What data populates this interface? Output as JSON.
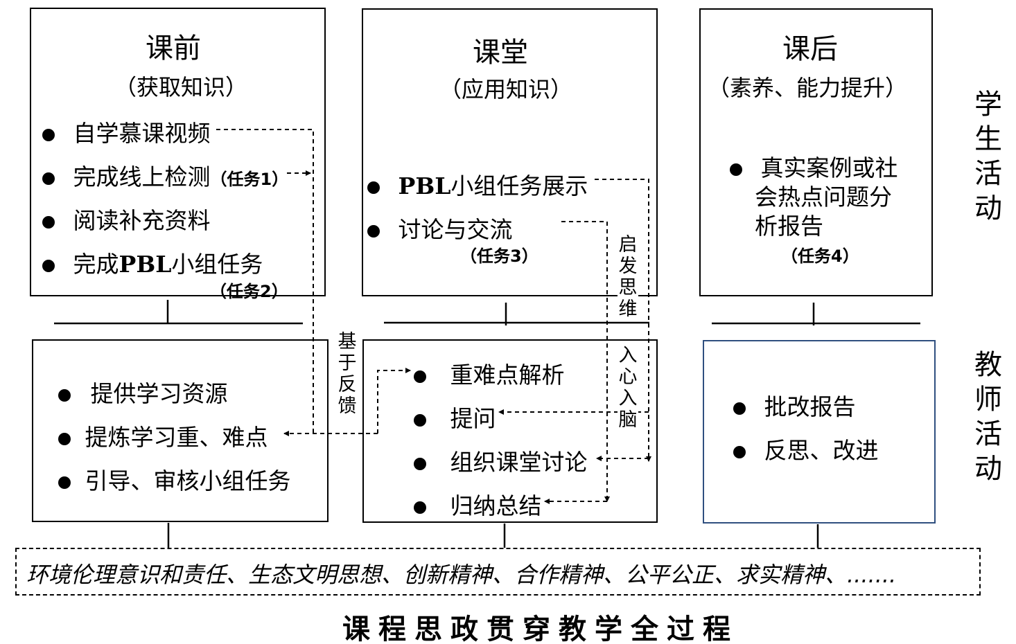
{
  "phases": {
    "pre": {
      "title": "课前",
      "subtitle": "（获取知识）",
      "student_items": [
        "自学慕课视频",
        "完成线上检测",
        "阅读补充资料",
        "完成"
      ],
      "task1": "（任务1）",
      "pbl_prefix": "PBL",
      "pbl_suffix": "小组任务",
      "task2": "（任务2）",
      "teacher_items": [
        "提供学习资源",
        "提炼学习重、难点",
        "引导、审核小组任务"
      ]
    },
    "class": {
      "title": "课堂",
      "subtitle": "（应用知识）",
      "pbl_prefix": "PBL",
      "pbl_suffix": "小组任务展示",
      "discussion": "讨论与交流",
      "task3": "（任务3）",
      "teacher_items": [
        "重难点解析",
        "提问",
        "组织课堂讨论",
        "归纳总结"
      ]
    },
    "post": {
      "title": "课后",
      "subtitle": "（素养、能力提升）",
      "student_lines": [
        "真实案例或社",
        "会热点问题分",
        "析报告"
      ],
      "task4": "（任务4）",
      "teacher_items": [
        "批改报告",
        "反思、改进"
      ]
    }
  },
  "annotations": {
    "feedback": "基于反馈",
    "inspire": "启发思维",
    "heart": "入心入脑"
  },
  "side_labels": {
    "student": "学生活动",
    "teacher": "教师活动"
  },
  "values_band": "环境伦理意识和责任、生态文明思想、创新精神、合作精神、公平公正、求实精神、.......",
  "footer_title": "课程思政贯穿教学全过程",
  "colors": {
    "line": "#000000",
    "blue_border": "#2f4f7f"
  }
}
